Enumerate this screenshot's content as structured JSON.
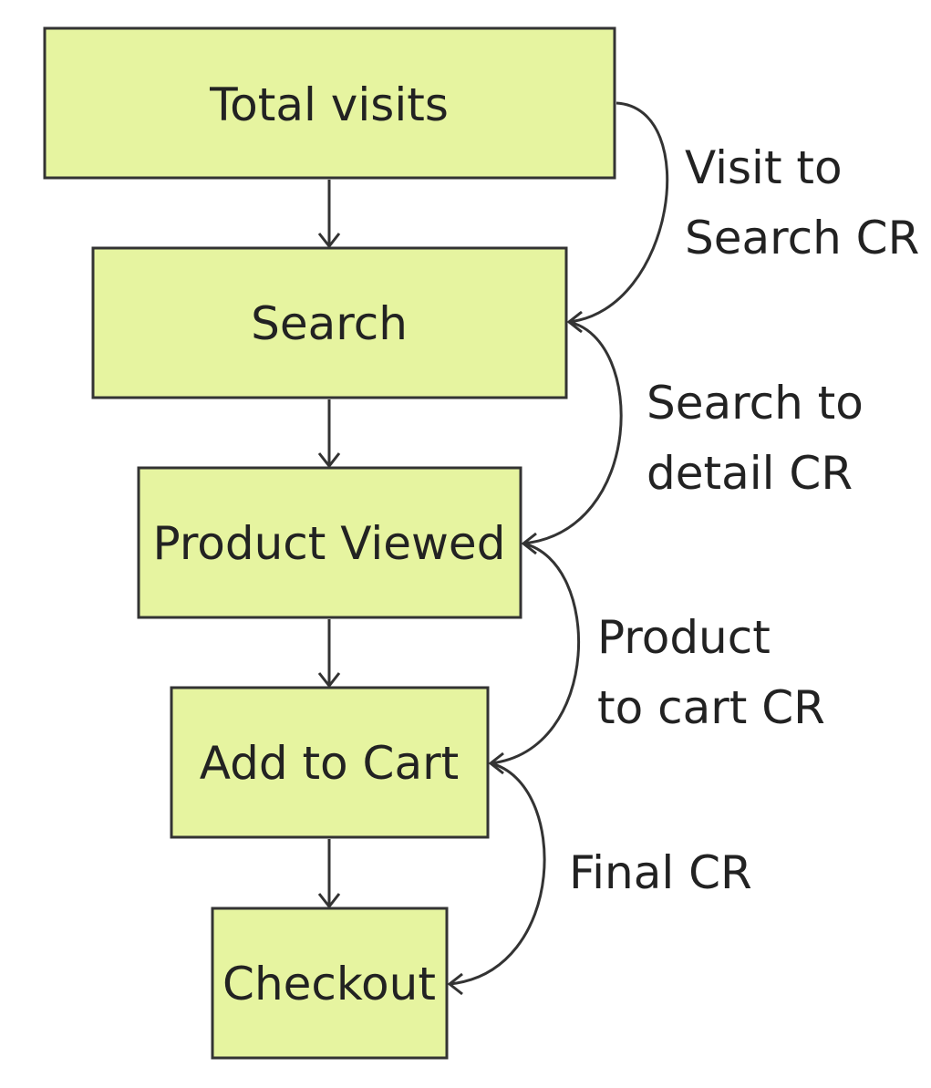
{
  "nodes": [
    {
      "id": "total-visits",
      "label": "Total visits"
    },
    {
      "id": "search",
      "label": "Search"
    },
    {
      "id": "product-viewed",
      "label": "Product Viewed"
    },
    {
      "id": "add-to-cart",
      "label": "Add to Cart"
    },
    {
      "id": "checkout",
      "label": "Checkout"
    }
  ],
  "flow_edges": [
    {
      "from": "total-visits",
      "to": "search"
    },
    {
      "from": "search",
      "to": "product-viewed"
    },
    {
      "from": "product-viewed",
      "to": "add-to-cart"
    },
    {
      "from": "add-to-cart",
      "to": "checkout"
    }
  ],
  "cr_edges": [
    {
      "from": "total-visits",
      "to": "search",
      "label_lines": [
        "Visit to",
        "Search CR"
      ]
    },
    {
      "from": "search",
      "to": "product-viewed",
      "label_lines": [
        "Search to",
        "detail CR"
      ]
    },
    {
      "from": "product-viewed",
      "to": "add-to-cart",
      "label_lines": [
        "Product",
        "to cart CR"
      ]
    },
    {
      "from": "add-to-cart",
      "to": "checkout",
      "label_lines": [
        "Final CR"
      ]
    }
  ],
  "colors": {
    "node_fill": "#e6f4a0",
    "stroke": "#333333",
    "text": "#222222"
  }
}
